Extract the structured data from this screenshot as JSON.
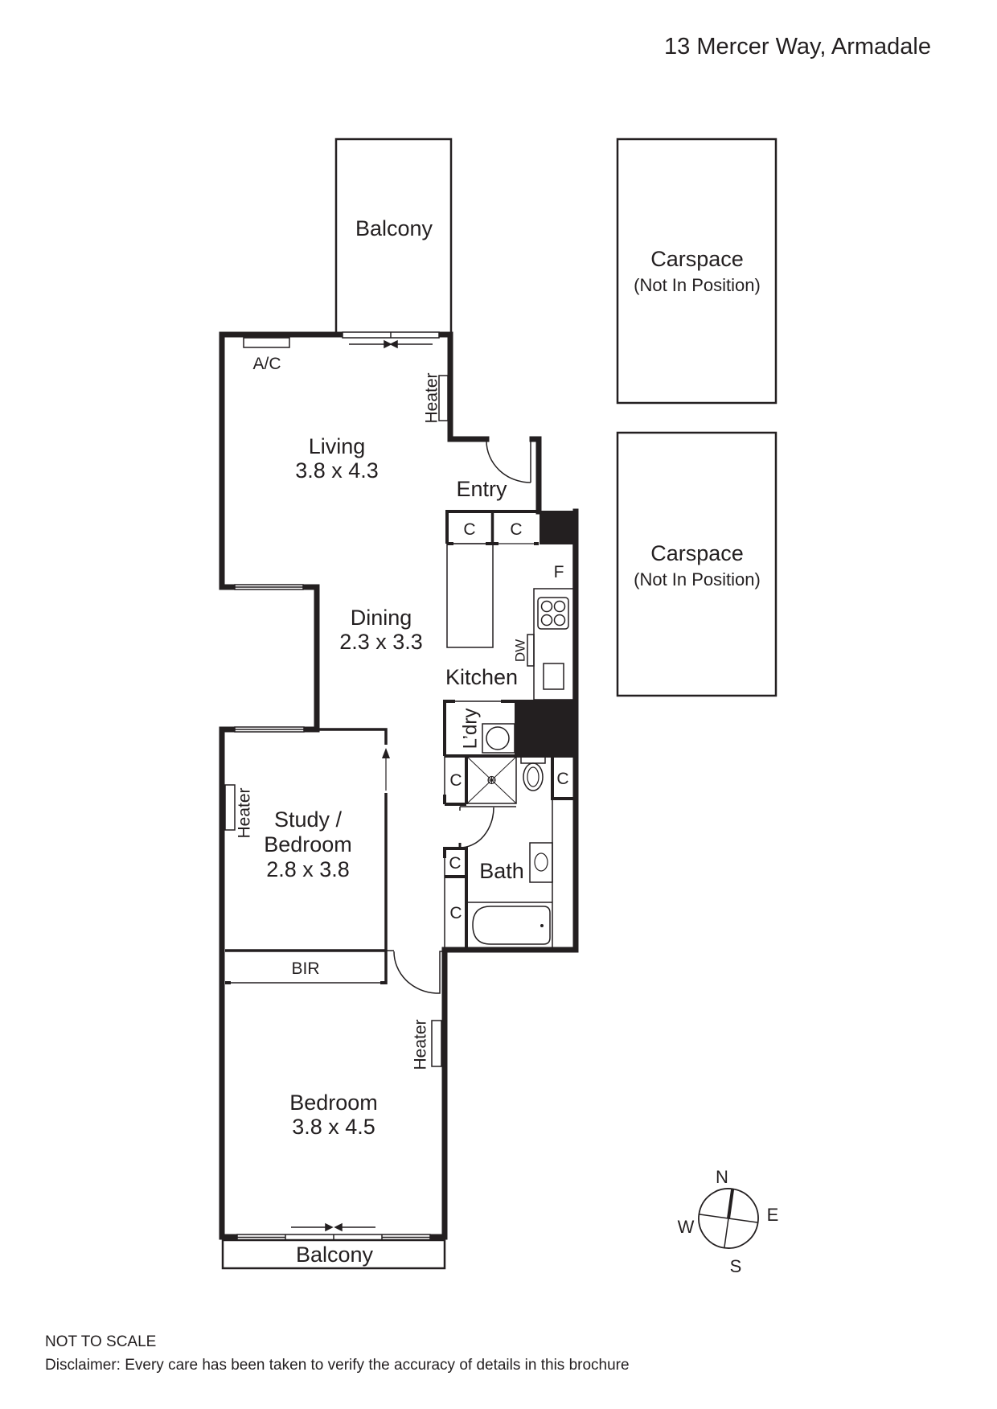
{
  "header": {
    "address": "13 Mercer Way, Armadale"
  },
  "rooms": {
    "balcony_top": {
      "label": "Balcony"
    },
    "living": {
      "label": "Living",
      "dims": "3.8 x 4.3"
    },
    "entry": {
      "label": "Entry"
    },
    "dining": {
      "label": "Dining",
      "dims": "2.3 x 3.3"
    },
    "kitchen": {
      "label": "Kitchen"
    },
    "laundry": {
      "label": "L’dry"
    },
    "bath": {
      "label": "Bath"
    },
    "study": {
      "label_line1": "Study /",
      "label_line2": "Bedroom",
      "dims": "2.8 x 3.8"
    },
    "bir": {
      "label": "BIR"
    },
    "bedroom": {
      "label": "Bedroom",
      "dims": "3.8 x 4.5"
    },
    "balcony_bottom": {
      "label": "Balcony"
    }
  },
  "fixtures": {
    "ac": "A/C",
    "heater": "Heater",
    "cupboard": "C",
    "fridge": "F",
    "dishwasher": "DW"
  },
  "carspaces": [
    {
      "label": "Carspace",
      "note": "(Not In Position)"
    },
    {
      "label": "Carspace",
      "note": "(Not In Position)"
    }
  ],
  "compass": {
    "n": "N",
    "e": "E",
    "s": "S",
    "w": "W",
    "rotation_deg": 8
  },
  "footer": {
    "scale_note": "NOT TO SCALE",
    "disclaimer": "Disclaimer: Every care has been taken to verify the accuracy of details in this brochure"
  },
  "colors": {
    "ink": "#231f20",
    "background": "#ffffff"
  }
}
